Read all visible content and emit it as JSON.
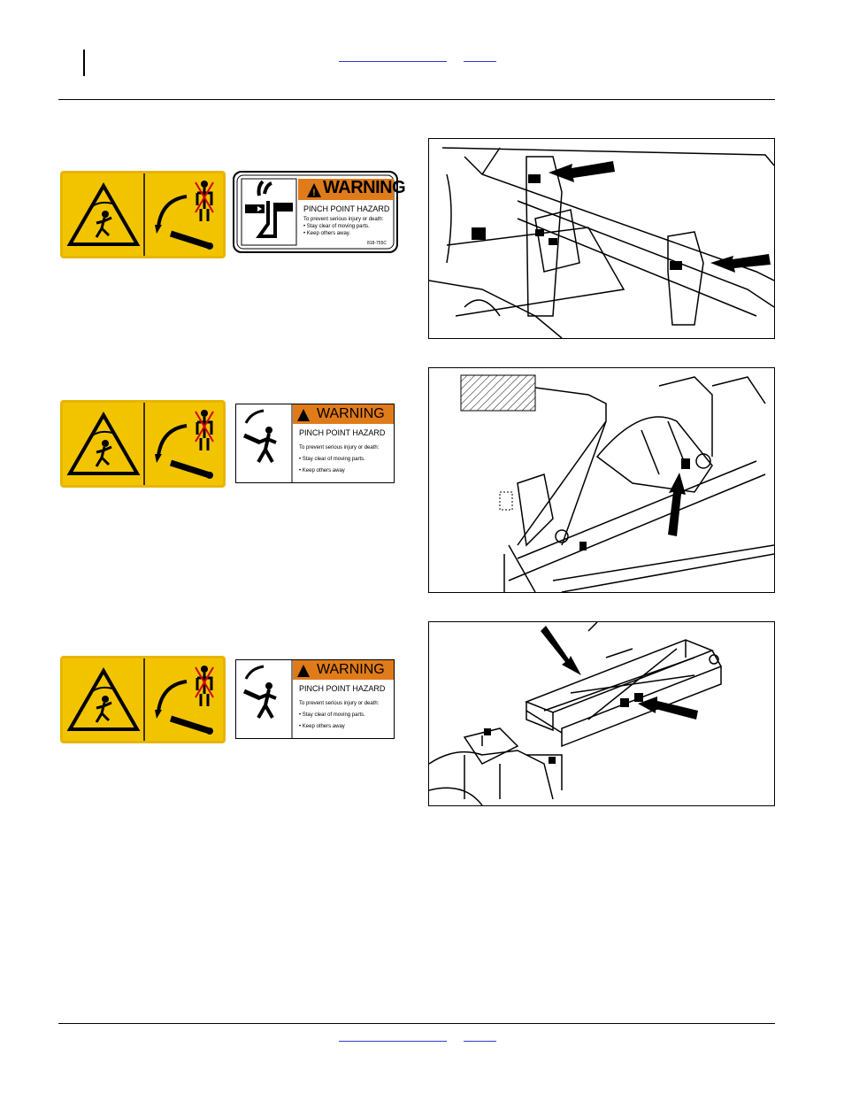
{
  "header": {
    "link1": "",
    "link2": ""
  },
  "footer": {
    "link1": "",
    "link2": ""
  },
  "decals": [
    {
      "warning_title": "WARNING",
      "hazard": "PINCH POINT HAZARD",
      "lines": [
        "To prevent serious injury or death:",
        "• Stay clear of moving parts.",
        "• Keep others away."
      ],
      "part_number": "818-755C"
    },
    {
      "warning_title": "WARNING",
      "hazard": "PINCH POINT HAZARD",
      "lines": [
        "To prevent serious injury or death:",
        "• Stay clear of moving parts.",
        "• Keep others away"
      ]
    },
    {
      "warning_title": "WARNING",
      "hazard": "PINCH POINT HAZARD",
      "lines": [
        "To prevent serious injury or death:",
        "• Stay clear of moving parts.",
        "• Keep others away"
      ]
    }
  ],
  "colors": {
    "decal_yellow": "#f2c400",
    "warning_orange": "#e07b1a",
    "link_blue": "#2a3bd1"
  }
}
